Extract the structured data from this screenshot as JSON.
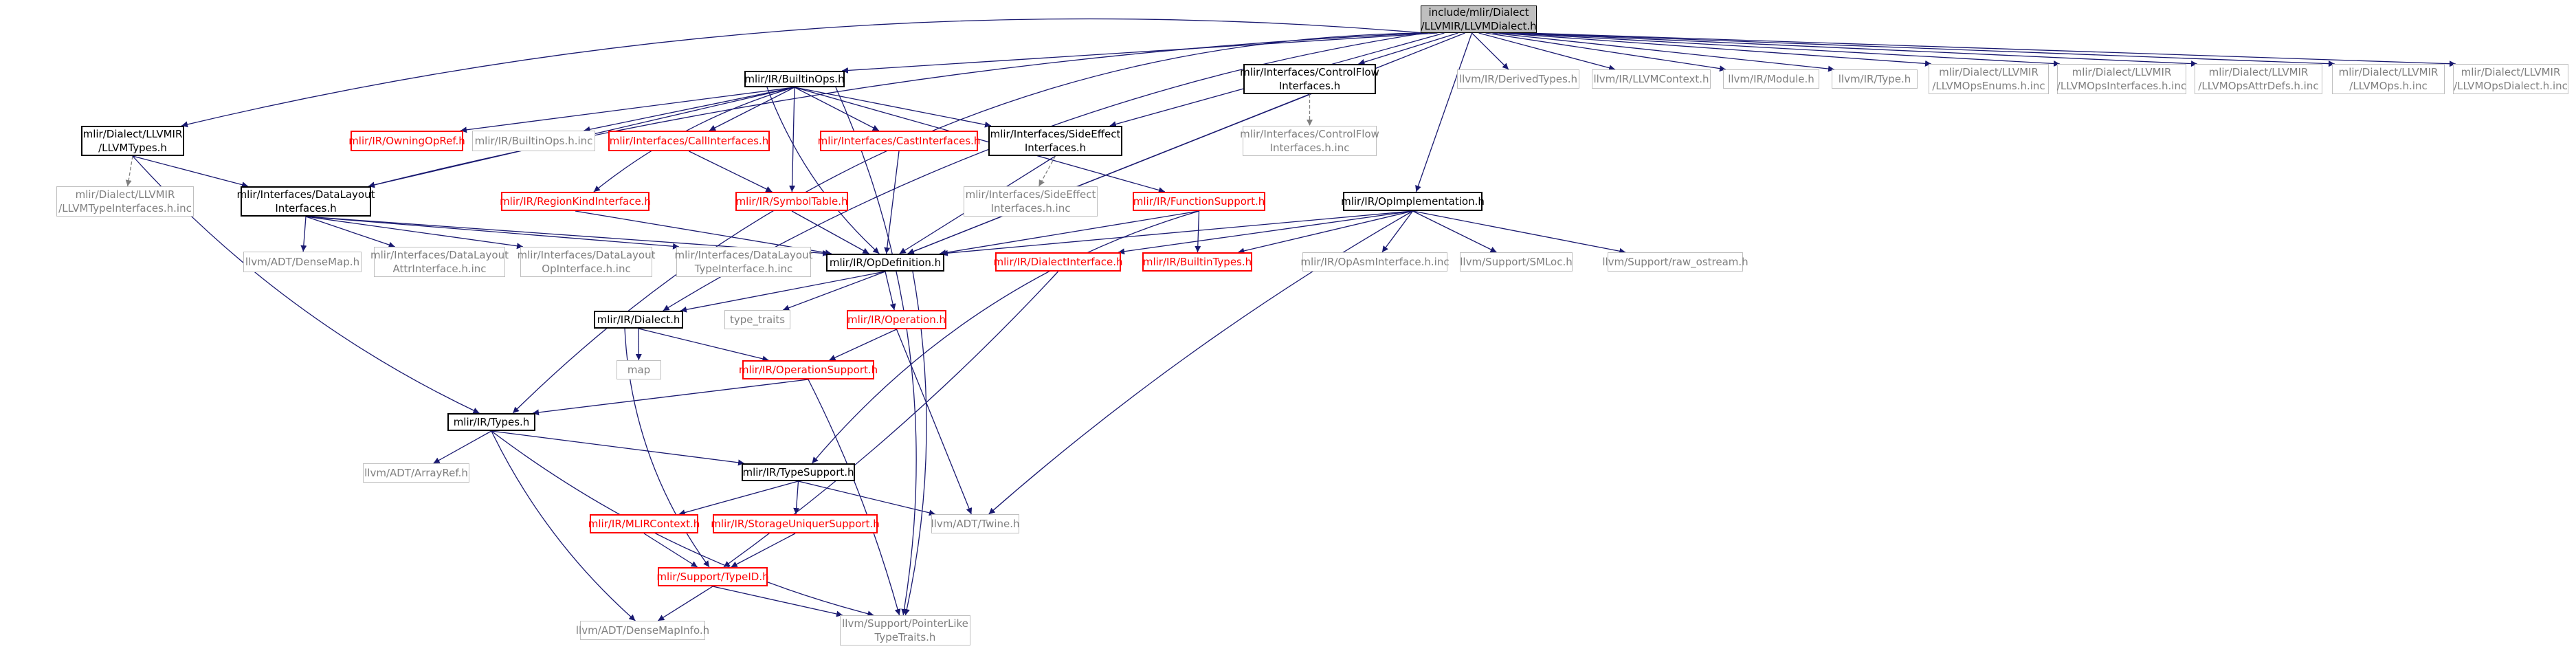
{
  "colors": {
    "edge": "#191970",
    "edge_dashed": "#7f7f7f",
    "node_missing": "#ff0000",
    "node_linked": "#000000",
    "node_external": "#bfbfbf",
    "root_fill": "#bfbfbf"
  },
  "nodes": {
    "root": "include/mlir/Dialect\n/LLVMIR/LLVMDialect.h",
    "builtinops": "mlir/IR/BuiltinOps.h",
    "controlflow": "mlir/Interfaces/ControlFlow\nInterfaces.h",
    "derivedtypes": "llvm/IR/DerivedTypes.h",
    "llvmcontext": "llvm/IR/LLVMContext.h",
    "module": "llvm/IR/Module.h",
    "irtype": "llvm/IR/Type.h",
    "opsenums": "mlir/Dialect/LLVMIR\n/LLVMOpsEnums.h.inc",
    "opsinterfaces": "mlir/Dialect/LLVMIR\n/LLVMOpsInterfaces.h.inc",
    "opsattrdefs": "mlir/Dialect/LLVMIR\n/LLVMOpsAttrDefs.h.inc",
    "llvmops": "mlir/Dialect/LLVMIR\n/LLVMOps.h.inc",
    "opsdialect": "mlir/Dialect/LLVMIR\n/LLVMOpsDialect.h.inc",
    "llvmtypes": "mlir/Dialect/LLVMIR\n/LLVMTypes.h",
    "owningopref": "mlir/IR/OwningOpRef.h",
    "builtinops_inc": "mlir/IR/BuiltinOps.h.inc",
    "callinterfaces": "mlir/Interfaces/CallInterfaces.h",
    "castinterfaces": "mlir/Interfaces/CastInterfaces.h",
    "sideeffect": "mlir/Interfaces/SideEffect\nInterfaces.h",
    "controlflow_inc": "mlir/Interfaces/ControlFlow\nInterfaces.h.inc",
    "llvmtypeinterfaces": "mlir/Dialect/LLVMIR\n/LLVMTypeInterfaces.h.inc",
    "datalayout": "mlir/Interfaces/DataLayout\nInterfaces.h",
    "regionkind": "mlir/IR/RegionKindInterface.h",
    "symboltable": "mlir/IR/SymbolTable.h",
    "sideeffect_inc": "mlir/Interfaces/SideEffect\nInterfaces.h.inc",
    "functionsupport": "mlir/IR/FunctionSupport.h",
    "opimplementation": "mlir/IR/OpImplementation.h",
    "densemap": "llvm/ADT/DenseMap.h",
    "dl_attr": "mlir/Interfaces/DataLayout\nAttrInterface.h.inc",
    "dl_op": "mlir/Interfaces/DataLayout\nOpInterface.h.inc",
    "dl_type": "mlir/Interfaces/DataLayout\nTypeInterface.h.inc",
    "opdefinition": "mlir/IR/OpDefinition.h",
    "dialectinterface": "mlir/IR/DialectInterface.h",
    "builtintypes": "mlir/IR/BuiltinTypes.h",
    "opasminterface": "mlir/IR/OpAsmInterface.h.inc",
    "smloc": "llvm/Support/SMLoc.h",
    "raw_ostream": "llvm/Support/raw_ostream.h",
    "dialect": "mlir/IR/Dialect.h",
    "type_traits": "type_traits",
    "operation": "mlir/IR/Operation.h",
    "map": "map",
    "operationsupport": "mlir/IR/OperationSupport.h",
    "types": "mlir/IR/Types.h",
    "arrayref": "llvm/ADT/ArrayRef.h",
    "typesupport": "mlir/IR/TypeSupport.h",
    "mlircontext": "mlir/IR/MLIRContext.h",
    "storageuniquer": "mlir/IR/StorageUniquerSupport.h",
    "twine": "llvm/ADT/Twine.h",
    "typeid": "mlir/Support/TypeID.h",
    "densemapinfo": "llvm/ADT/DenseMapInfo.h",
    "pointerlike": "llvm/Support/PointerLike\nTypeTraits.h"
  }
}
